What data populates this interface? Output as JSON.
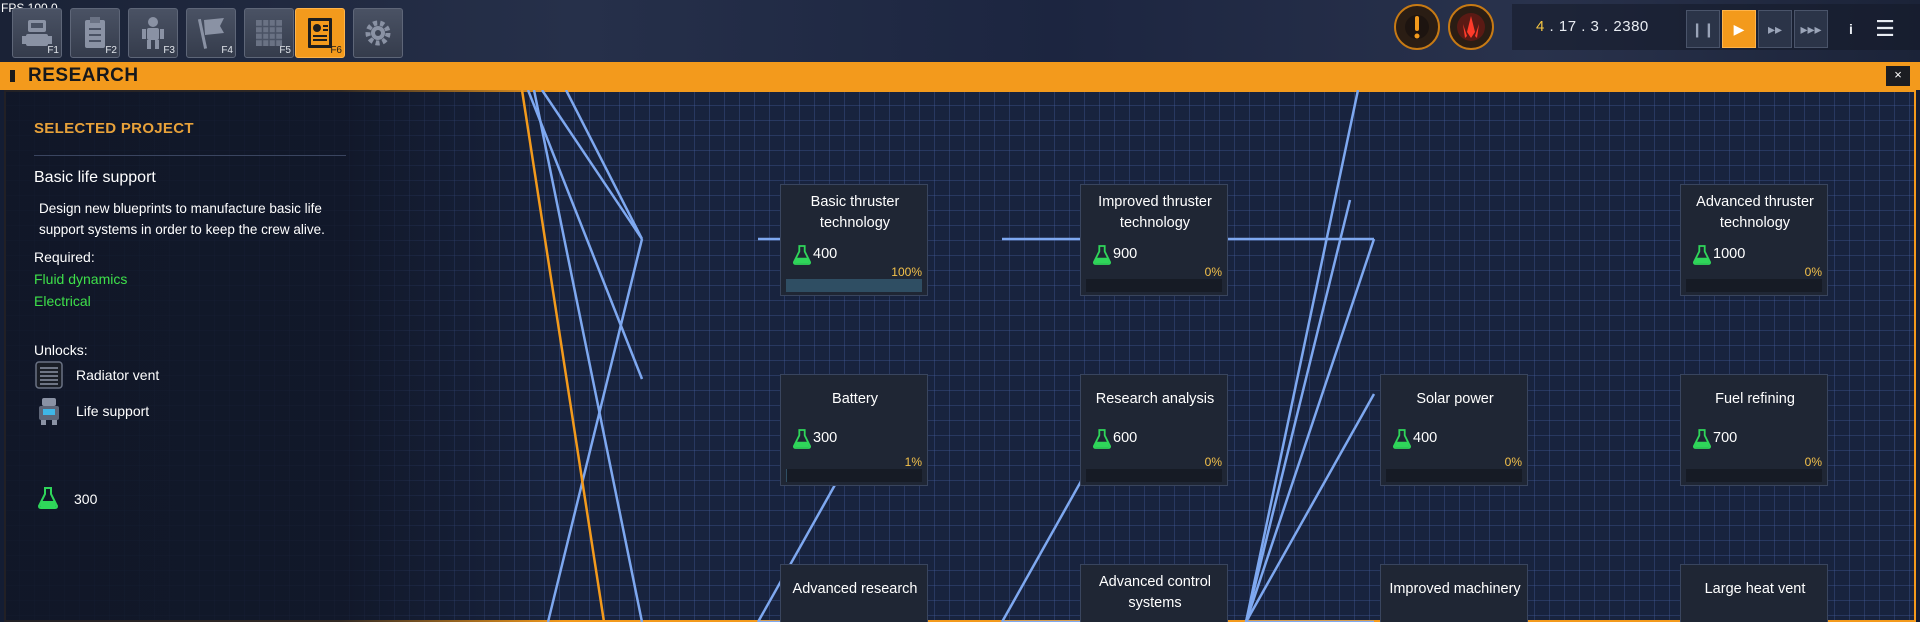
{
  "fps": "FPS 100.0",
  "toolbar": {
    "keys": [
      {
        "label": "F1",
        "icon": "robot-icon"
      },
      {
        "label": "F2",
        "icon": "clipboard-icon"
      },
      {
        "label": "F3",
        "icon": "crew-figure-icon"
      },
      {
        "label": "F4",
        "icon": "flag-icon"
      },
      {
        "label": "F5",
        "icon": "grid-icon"
      },
      {
        "label": "F6",
        "icon": "research-document-icon",
        "active": true
      },
      {
        "label": "",
        "icon": "gear-icon"
      }
    ]
  },
  "alerts": [
    {
      "icon": "exclamation-alert-icon"
    },
    {
      "icon": "hostile-ship-alert-icon"
    }
  ],
  "date": {
    "day": "4",
    "rest": " . 17 . 3 . 2380"
  },
  "speed_controls": [
    {
      "icon": "pause-icon",
      "glyph": "❙❙"
    },
    {
      "icon": "play-icon",
      "glyph": "▶",
      "active": true
    },
    {
      "icon": "fast-forward-icon",
      "glyph": "▸▸"
    },
    {
      "icon": "fastest-forward-icon",
      "glyph": "▸▸▸"
    }
  ],
  "menu": {
    "info_glyph": "i",
    "hamburger_glyph": "☰"
  },
  "window": {
    "title": "RESEARCH",
    "close_glyph": "×"
  },
  "selected_project": {
    "heading": "SELECTED PROJECT",
    "name": "Basic life support",
    "description": "Design new blueprints to manufacture basic life support systems in order to keep the crew alive.",
    "required_label": "Required:",
    "required": [
      "Fluid dynamics",
      "Electrical"
    ],
    "unlocks_label": "Unlocks:",
    "unlocks": [
      {
        "name": "Radiator vent",
        "icon": "radiator-vent-icon"
      },
      {
        "name": "Life support",
        "icon": "life-support-icon"
      }
    ],
    "cost": "300"
  },
  "nodes": [
    {
      "id": "basic-thruster",
      "title": [
        "Basic thruster",
        "technology"
      ],
      "cost": "400",
      "progress": 100,
      "progress_label": "100%"
    },
    {
      "id": "improved-thruster",
      "title": [
        "Improved thruster",
        "technology"
      ],
      "cost": "900",
      "progress": 0,
      "progress_label": "0%"
    },
    {
      "id": "advanced-thruster",
      "title": [
        "Advanced thruster",
        "technology"
      ],
      "cost": "1000",
      "progress": 0,
      "progress_label": "0%"
    },
    {
      "id": "battery",
      "title": [
        "Battery"
      ],
      "cost": "300",
      "progress": 1,
      "progress_label": "1%"
    },
    {
      "id": "research-analysis",
      "title": [
        "Research analysis"
      ],
      "cost": "600",
      "progress": 0,
      "progress_label": "0%"
    },
    {
      "id": "solar-power",
      "title": [
        "Solar power"
      ],
      "cost": "400",
      "progress": 0,
      "progress_label": "0%"
    },
    {
      "id": "fuel-refining",
      "title": [
        "Fuel refining"
      ],
      "cost": "700",
      "progress": 0,
      "progress_label": "0%"
    },
    {
      "id": "advanced-research",
      "title": [
        "Advanced research"
      ]
    },
    {
      "id": "advanced-control",
      "title": [
        "Advanced control",
        "systems"
      ]
    },
    {
      "id": "improved-machinery",
      "title": [
        "Improved machinery"
      ]
    },
    {
      "id": "large-heat-vent",
      "title": [
        "Large heat vent"
      ]
    }
  ],
  "colors": {
    "accent": "#f39a1c",
    "required_text": "#3ee04a",
    "percent_text": "#f3c14a",
    "connector_line": "#7ea8f0",
    "connector_selected": "#f39a1c"
  }
}
